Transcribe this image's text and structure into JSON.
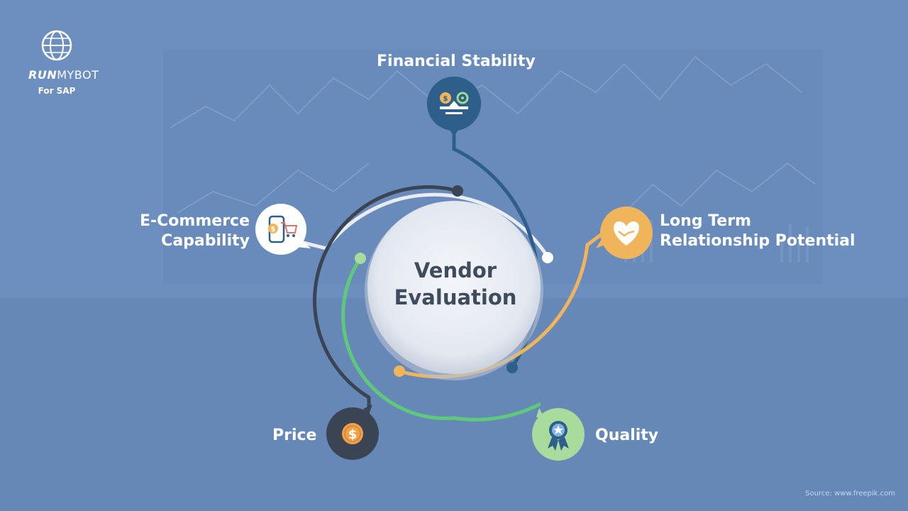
{
  "brand": {
    "name_bold": "RUN",
    "name_light": "MYBOT",
    "sub": "For SAP"
  },
  "center": {
    "line1": "Vendor",
    "line2": "Evaluation"
  },
  "factors": [
    {
      "label_line1": "Financial Stability",
      "label_line2": "",
      "color": "#2e5f8a",
      "icon": "balance-scale-icon"
    },
    {
      "label_line1": "Long Term",
      "label_line2": "Relationship Potential",
      "color": "#f0b55a",
      "icon": "heart-handshake-icon"
    },
    {
      "label_line1": "Quality",
      "label_line2": "",
      "color": "#a9dc9c",
      "icon": "award-ribbon-icon"
    },
    {
      "label_line1": "Price",
      "label_line2": "",
      "color": "#3a4453",
      "icon": "dollar-coin-icon"
    },
    {
      "label_line1": "E-Commerce",
      "label_line2": "Capability",
      "color": "#ffffff",
      "icon": "mobile-shopping-cart-icon"
    }
  ],
  "source": "Source: www.freepik.com"
}
